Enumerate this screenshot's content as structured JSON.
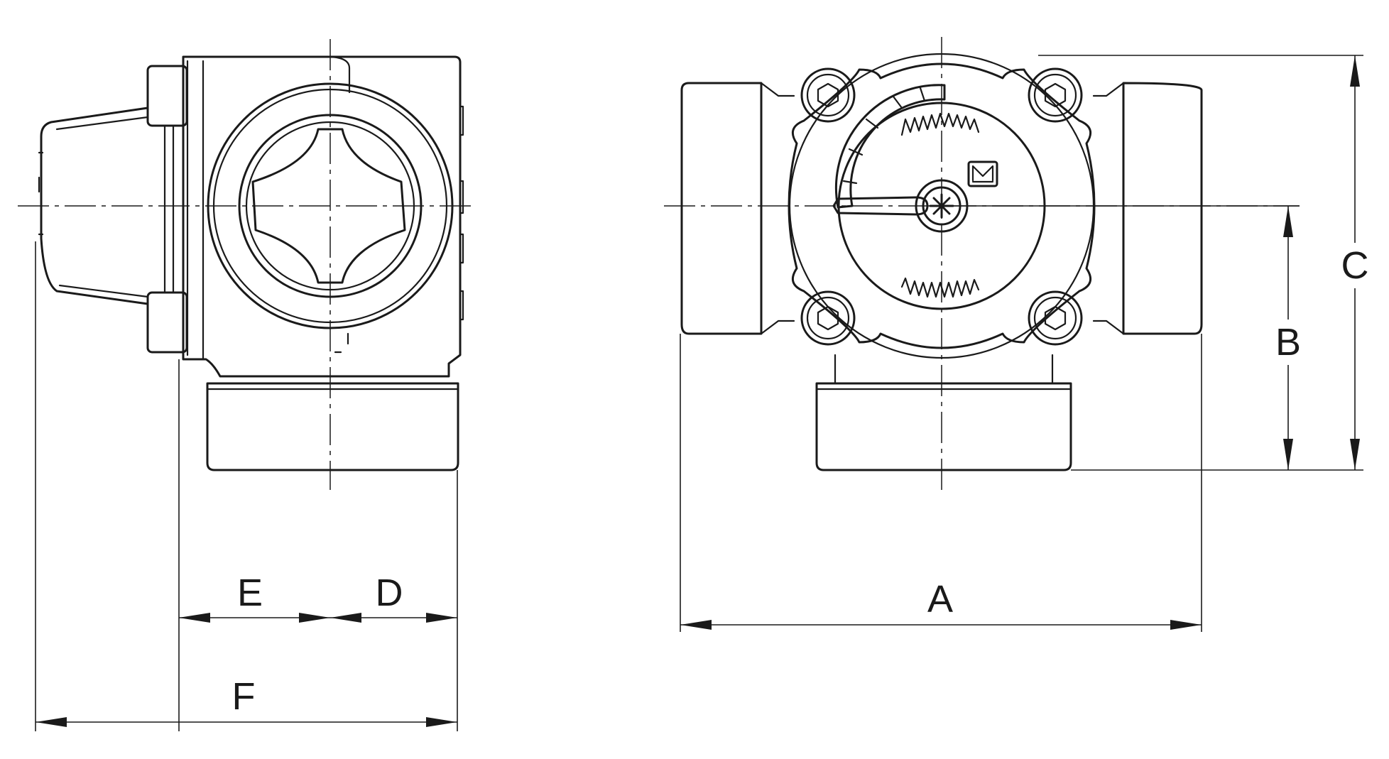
{
  "dimensions": {
    "A": "A",
    "B": "B",
    "C": "C",
    "D": "D",
    "E": "E",
    "F": "F"
  }
}
